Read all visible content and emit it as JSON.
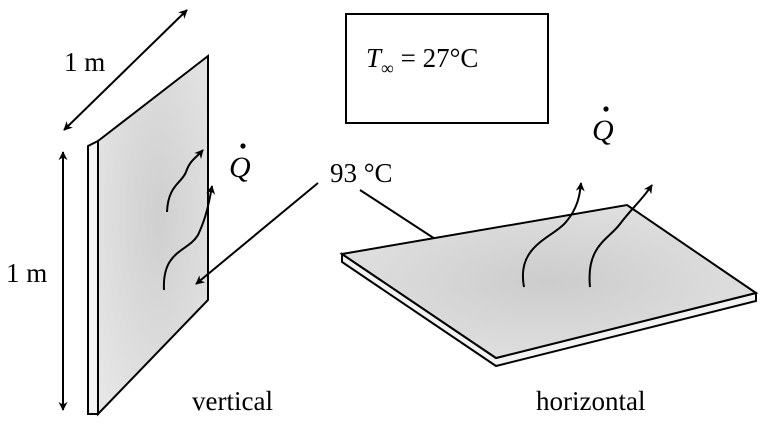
{
  "ambient": {
    "symbol": "T",
    "subscript": "∞",
    "equals_value": " = 27°C"
  },
  "plate_temperature": "93 °C",
  "heat_label_vertical": "Q",
  "heat_label_horizontal": "Q",
  "dimensions": {
    "width_label": "1 m",
    "height_label": "1 m"
  },
  "captions": {
    "vertical": "vertical",
    "horizontal": "horizontal"
  },
  "colors": {
    "ink": "#000000",
    "plate_fill": "#dcdcdc",
    "plate_edge": "#efefef"
  }
}
